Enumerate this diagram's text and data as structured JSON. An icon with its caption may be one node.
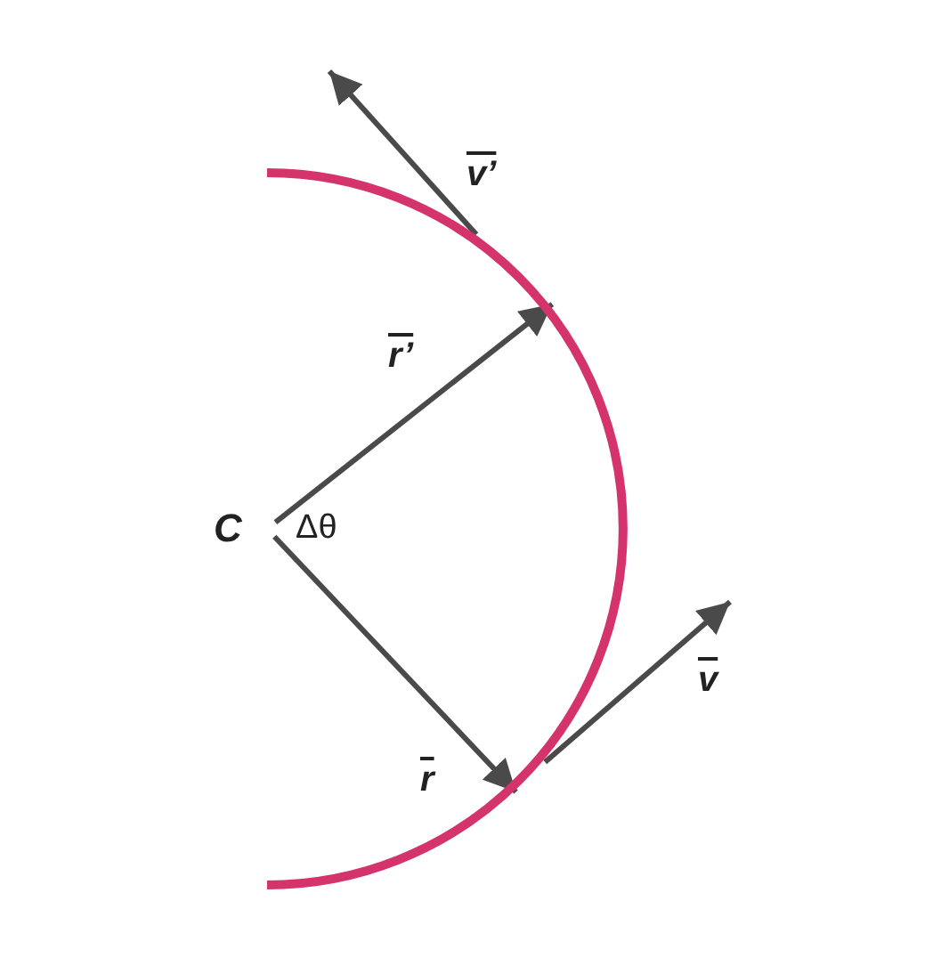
{
  "diagram": {
    "nodes": [
      {
        "text": [
          "C"
        ]
      },
      {
        "text": [],
        "shape": "arc"
      }
    ],
    "edges": [
      {
        "from": 0,
        "to": 1,
        "arrow": "to",
        "label": "r’"
      },
      {
        "from": 0,
        "to": 1,
        "arrow": "to",
        "label": "r"
      },
      {
        "from": 1,
        "to": null,
        "arrow": "to",
        "label": "v’"
      },
      {
        "from": 1,
        "to": null,
        "arrow": "to",
        "label": "v"
      }
    ],
    "labels": [
      "Δθ"
    ]
  }
}
